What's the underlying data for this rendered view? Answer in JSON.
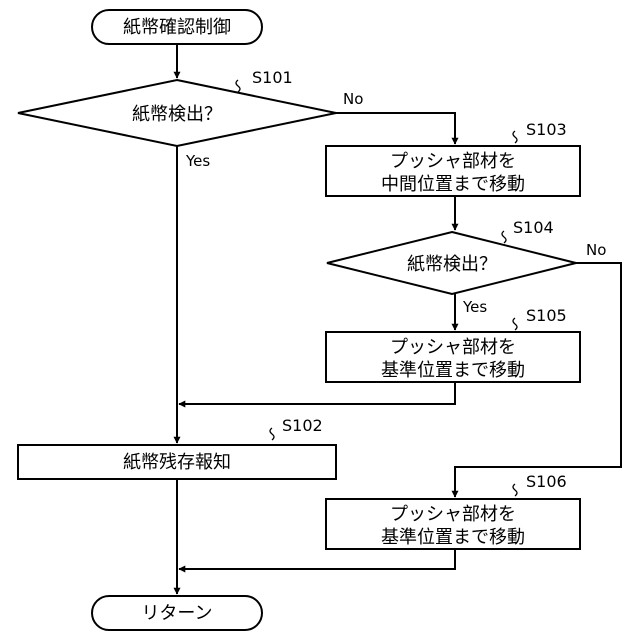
{
  "terminals": {
    "start": "紙幣確認制御",
    "end": "リターン"
  },
  "steps": {
    "s101": {
      "id": "S101",
      "text": "紙幣検出？"
    },
    "s102": {
      "id": "S102",
      "text": "紙幣残存報知"
    },
    "s103": {
      "id": "S103",
      "line1": "プッシャ部材を",
      "line2": "中間位置まで移動"
    },
    "s104": {
      "id": "S104",
      "text": "紙幣検出？"
    },
    "s105": {
      "id": "S105",
      "line1": "プッシャ部材を",
      "line2": "基準位置まで移動"
    },
    "s106": {
      "id": "S106",
      "line1": "プッシャ部材を",
      "line2": "基準位置まで移動"
    }
  },
  "branches": {
    "s101_yes": "Yes",
    "s101_no": "No",
    "s104_yes": "Yes",
    "s104_no": "No"
  }
}
